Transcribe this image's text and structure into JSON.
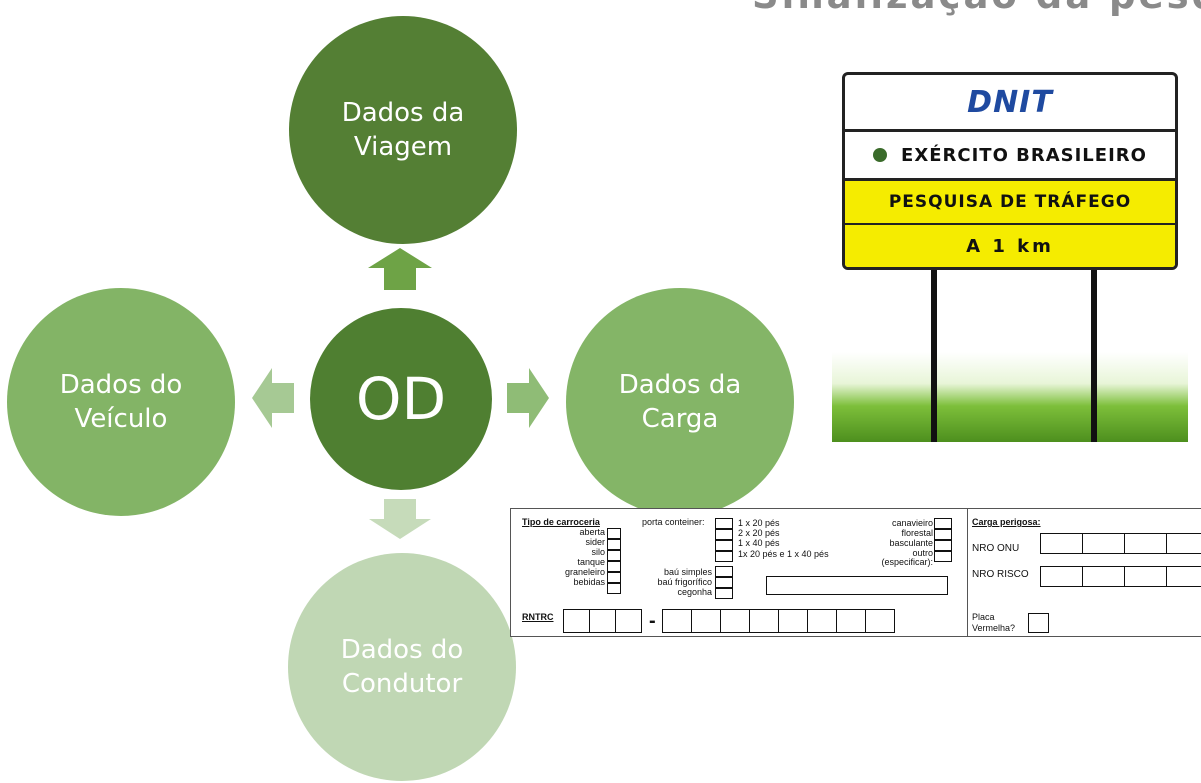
{
  "title": "Sinalização da pesqu",
  "diagram": {
    "center": {
      "label": "OD",
      "color": "#4f7f31"
    },
    "nodes": {
      "top": {
        "label": "Dados da\nViagem",
        "color": "#547f34"
      },
      "left": {
        "label": "Dados do\nVeículo",
        "color": "#83b466"
      },
      "right": {
        "label": "Dados da\nCarga",
        "color": "#84b567"
      },
      "bottom": {
        "label": "Dados do\nCondutor",
        "color": "#c0d7b4"
      }
    },
    "arrow_colors": {
      "up": "#6ea346",
      "left": "#a6c994",
      "right": "#8fbc76",
      "down": "#c6dbba"
    }
  },
  "sign": {
    "logo": "DNIT",
    "org": "EXÉRCITO BRASILEIRO",
    "line1": "PESQUISA DE TRÁFEGO",
    "line2": "A 1 km"
  },
  "form": {
    "tipo_header": "Tipo de carroceria",
    "tipo_items": [
      "aberta",
      "sider",
      "silo",
      "tanque",
      "graneleiro",
      "bebidas"
    ],
    "porta_label": "porta conteiner:",
    "porta_options": [
      "1 x 20 pés",
      "2 x 20 pés",
      "1 x 40 pés",
      "1x 20 pés e 1 x 40 pés"
    ],
    "bau_items": [
      "baú simples",
      "baú frigorífico",
      "cegonha"
    ],
    "right_items": [
      "canavieiro",
      "florestal",
      "basculante",
      "outro"
    ],
    "especificar": "(especificar):",
    "rntrc": "RNTRC",
    "dash": "-",
    "carga_header": "Carga perigosa:",
    "nro_onu": "NRO ONU",
    "nro_risco": "NRO RISCO",
    "placa_line1": "Placa",
    "placa_line2": "Vermelha?"
  }
}
